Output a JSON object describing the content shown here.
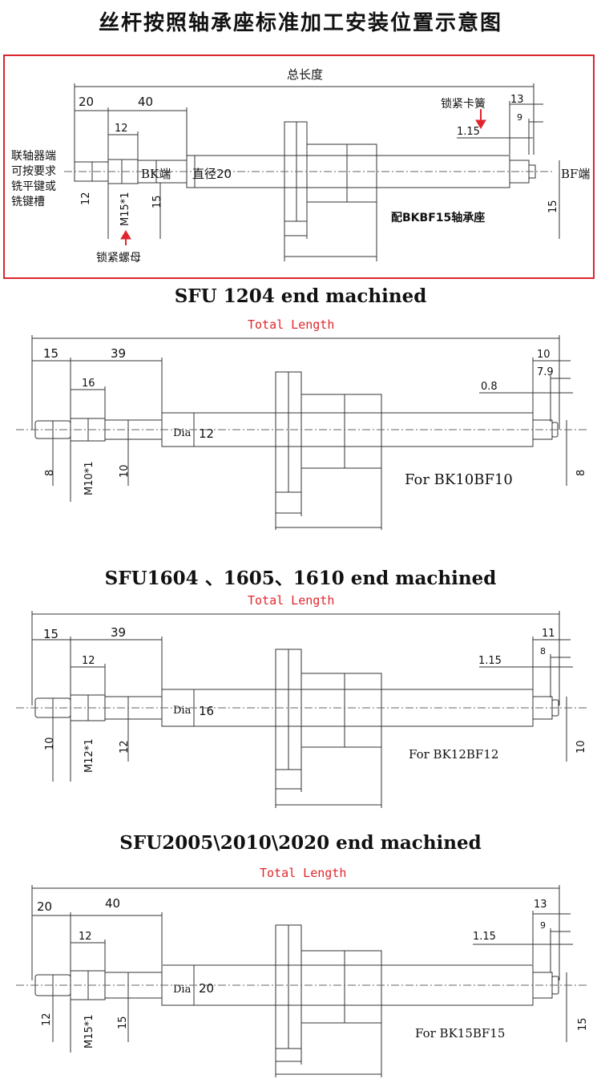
{
  "header": {
    "title": "丝杆按照轴承座标准加工安装位置示意图"
  },
  "top": {
    "total_length": "总长度",
    "dim_20": "20",
    "dim_40": "40",
    "dim_12": "12",
    "dim_13": "13",
    "dim_9": "9",
    "dim_1_15": "1.15",
    "lock_spring": "锁紧卡簧",
    "coupler_note_1": "联轴器端",
    "coupler_note_2": "可按要求",
    "coupler_note_3": "铣平键或",
    "coupler_note_4": "铣键槽",
    "bk_end": "BK端",
    "bf_end": "BF端",
    "diameter": "直径20",
    "dia_12_v": "12",
    "m15": "M15*1",
    "dia_15_v": "15",
    "dia_15_right": "15",
    "bearing": "配BKBF15轴承座",
    "lock_nut": "锁紧螺母"
  },
  "sections": [
    {
      "title": "SFU 1204 end machined",
      "total": "Total Length",
      "d1": "15",
      "d2": "39",
      "d3": "16",
      "r1": "10",
      "r2": "7.9",
      "r3": "0.8",
      "dia_label": "Dia",
      "dia_value": "12",
      "v1": "8",
      "thread": "M10*1",
      "v2": "10",
      "v3": "8",
      "bearing": "For BK10BF10"
    },
    {
      "title": "SFU1604 、1605、1610 end machined",
      "total": "Total Length",
      "d1": "15",
      "d2": "39",
      "d3": "12",
      "r1": "11",
      "r2": "8",
      "r3": "1.15",
      "dia_label": "Dia",
      "dia_value": "16",
      "v1": "10",
      "thread": "M12*1",
      "v2": "12",
      "v3": "10",
      "bearing": "For BK12BF12"
    },
    {
      "title": "SFU2005\\2010\\2020 end machined",
      "total": "Total Length",
      "d1": "20",
      "d2": "40",
      "d3": "12",
      "r1": "13",
      "r2": "9",
      "r3": "1.15",
      "dia_label": "Dia",
      "dia_value": "20",
      "v1": "12",
      "thread": "M15*1",
      "v2": "15",
      "v3": "15",
      "bearing": "For BK15BF15"
    }
  ]
}
